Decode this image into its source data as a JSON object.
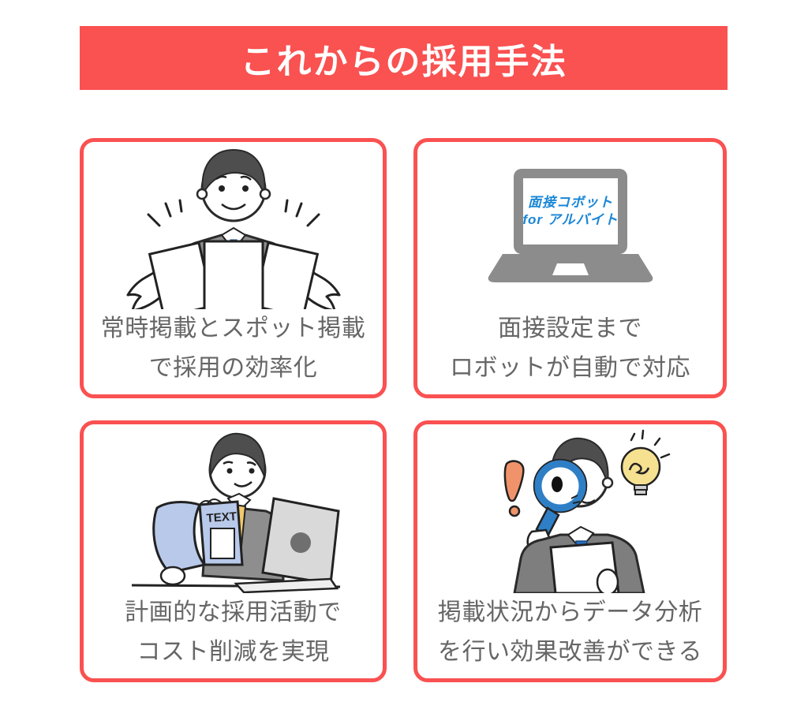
{
  "header": {
    "title": "これからの採用手法"
  },
  "colors": {
    "accent_red": "#fa5151",
    "caption_gray": "#666666",
    "laptop_logo_blue": "#1a86d6",
    "suit_gray": "#8e8e8e",
    "laptop_gray": "#8c8c8c",
    "tie_blue": "#2b6fbe",
    "tie_yellow": "#f3c96f",
    "book_blue": "#b8c9ea",
    "bulb_yellow": "#f6e191",
    "exclamation_orange": "#f0936b",
    "magnifier_blue": "#2f7fc6"
  },
  "cards": [
    {
      "illustration": "man-presenting-papers",
      "line1": "常時掲載とスポット掲載",
      "line2": "で採用の効率化"
    },
    {
      "illustration": "laptop-with-logo",
      "laptop_logo_line1": "面接コボット",
      "laptop_logo_line2": "for アルバイト",
      "line1": "面接設定まで",
      "line2": "ロボットが自動で対応"
    },
    {
      "illustration": "man-reading-textbook-with-laptop",
      "book_label": "TEXT",
      "line1": "計画的な採用活動で",
      "line2": "コスト削減を実現"
    },
    {
      "illustration": "man-with-magnifying-glass",
      "line1": "掲載状況からデータ分析",
      "line2": "を行い効果改善ができる"
    }
  ]
}
